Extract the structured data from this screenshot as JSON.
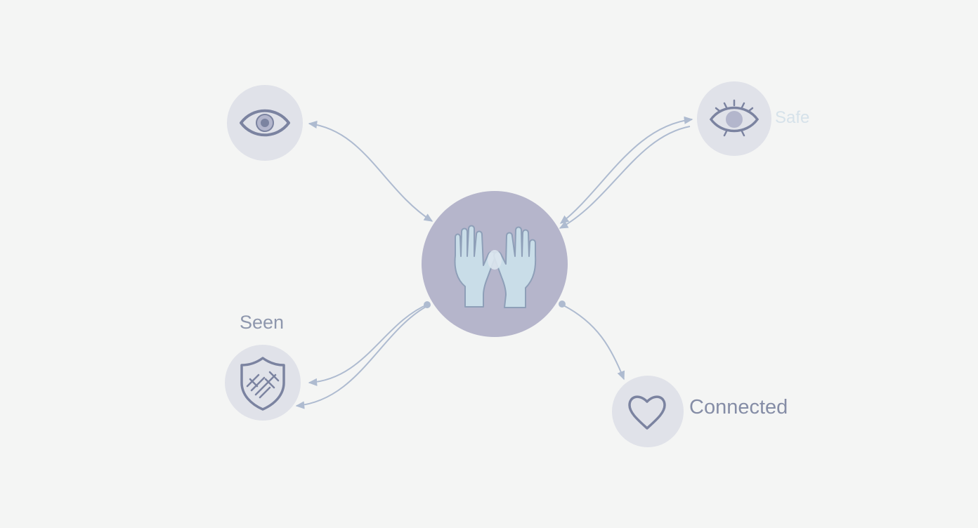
{
  "labels": {
    "seen": "Seen",
    "safe": "Safe",
    "connected": "Connected"
  },
  "nodes": [
    {
      "name": "center-hands",
      "icon": "open-hands-icon"
    },
    {
      "name": "top-left-eye",
      "icon": "eye-icon"
    },
    {
      "name": "top-right-eye",
      "icon": "eye-with-lashes-icon"
    },
    {
      "name": "bottom-left-shield",
      "icon": "shield-icon"
    },
    {
      "name": "bottom-right-heart",
      "icon": "heart-icon"
    }
  ],
  "colors": {
    "background": "#f4f5f4",
    "center_fill": "#b5b5cb",
    "node_fill": "#e0e2e9",
    "icon_stroke": "#7b83a0",
    "hands_fill": "#c9dde8",
    "connector": "#aebbd0"
  }
}
